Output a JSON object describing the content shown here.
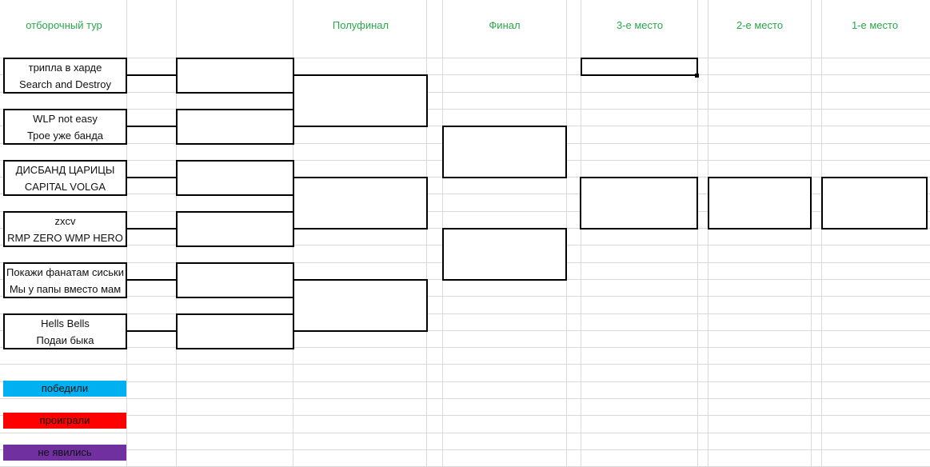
{
  "headers": {
    "qualifying": "отборочный тур",
    "semifinal": "Полуфинал",
    "final": "Финал",
    "third_place": "3-е место",
    "second_place": "2-е место",
    "first_place": "1-е место"
  },
  "matches": [
    {
      "team_a": "трипла в харде",
      "team_b": "Search and Destroy"
    },
    {
      "team_a": "WLP not easy",
      "team_b": "Трое уже банда"
    },
    {
      "team_a": "ДИСБАНД ЦАРИЦЫ",
      "team_b": "CAPITAL VOLGA"
    },
    {
      "team_a": "zxcv",
      "team_b": "RMP ZERO WMP HERO"
    },
    {
      "team_a": "Покажи фанатам сиськи",
      "team_b": "Мы у папы вместо мам"
    },
    {
      "team_a": "Hells Bells",
      "team_b": "Подаи быка"
    }
  ],
  "legend": [
    {
      "label": "победили",
      "color": "#00b0f0"
    },
    {
      "label": "проиграли",
      "color": "#ff0000"
    },
    {
      "label": "не явились",
      "color": "#7030a0"
    }
  ]
}
